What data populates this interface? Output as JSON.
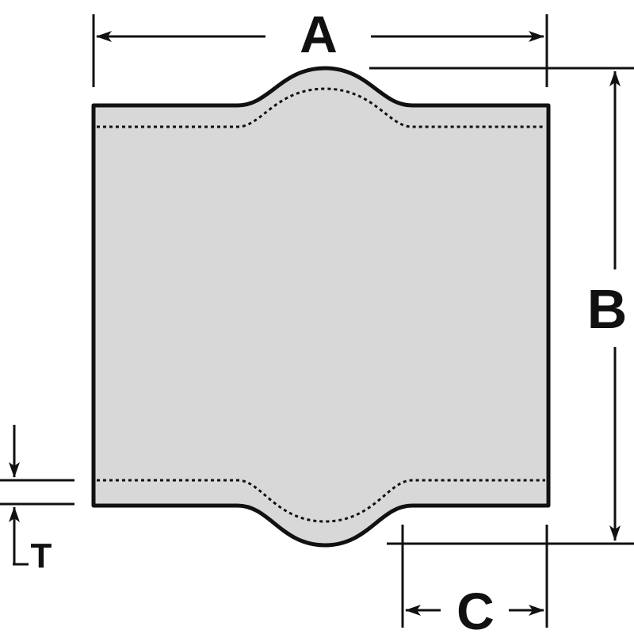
{
  "labels": {
    "a": "A",
    "b": "B",
    "c": "C",
    "t": "T"
  },
  "colors": {
    "hose_fill": "#d8d8d8",
    "outline": "#111111",
    "background": "#ffffff"
  },
  "icons": {
    "hose": "straight-hump-hose-shape",
    "reinforcement": "dotted-reinforcement-line",
    "arrows": "dimension-arrowheads"
  }
}
